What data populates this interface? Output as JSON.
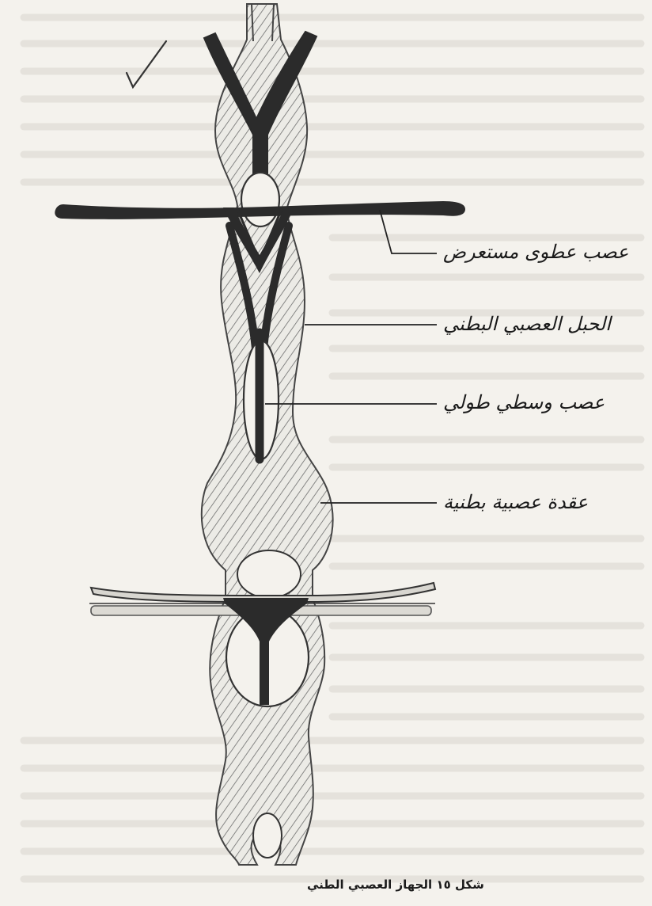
{
  "diagram": {
    "labels": {
      "transverse_nerve": "عصب عطوى مستعرض",
      "ventral_nerve_cord": "الحبل العصبي البطني",
      "median_longitudinal_nerve": "عصب وسطي طولي",
      "ventral_ganglion": "عقدة عصبية بطنية"
    },
    "caption": "شكل ١٥ الجهاز العصبي الطني"
  },
  "colors": {
    "paper": "#f4f2ed",
    "ink": "#2b2b2b",
    "hatch": "#6d6d6d"
  }
}
